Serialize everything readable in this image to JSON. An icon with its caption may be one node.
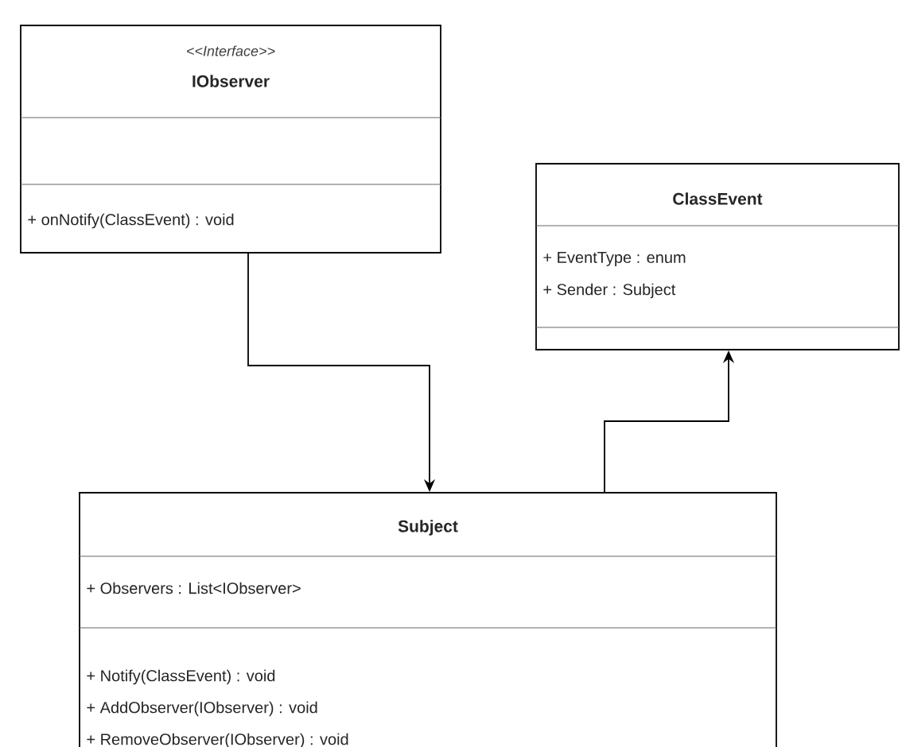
{
  "diagram": {
    "nodes": [
      {
        "text": [
          "<<Interface>>",
          "IObserver",
          "+ onNotify(ClassEvent) : void"
        ]
      },
      {
        "text": [
          "ClassEvent",
          "+ EventType : enum",
          "+ Sender : Subject"
        ]
      },
      {
        "text": [
          "Subject",
          "+ Observers : List<IObserver>",
          "+ Notify(ClassEvent) : void",
          "+ AddObserver(IObserver) : void",
          "+ RemoveObserver(IObserver) : void"
        ]
      }
    ],
    "edges": [
      {
        "from": 0,
        "to": 2,
        "arrow": "to"
      },
      {
        "from": 2,
        "to": 1,
        "arrow": "to"
      }
    ]
  }
}
